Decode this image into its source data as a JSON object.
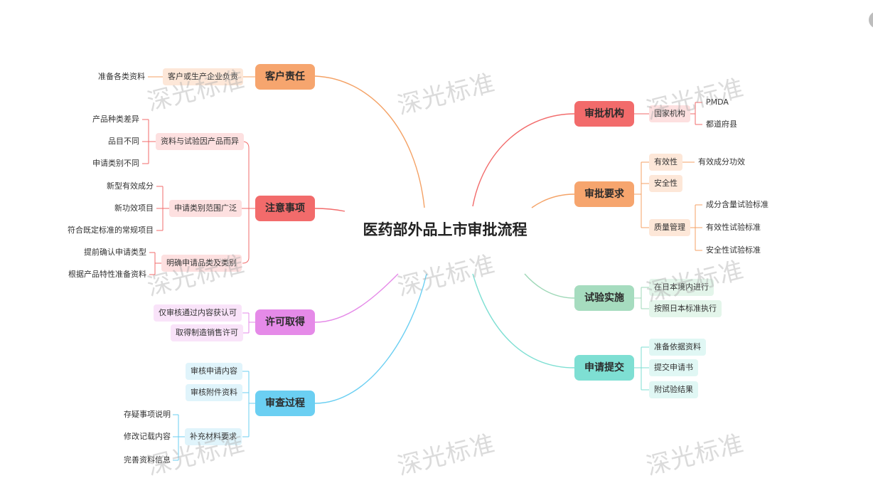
{
  "title": "医药部外品上市审批流程",
  "watermark": "深光标准",
  "colors": {
    "orange": "#f4a266",
    "red": "#f26b6b",
    "violet": "#e58ae8",
    "cyan": "#6bcff2",
    "mint": "#9fd8b8",
    "teal": "#7edfd3"
  },
  "left": {
    "customer": {
      "label": "客户责任",
      "sub": "客户或生产企业负责",
      "leaf": "准备各类资料"
    },
    "notes": {
      "label": "注意事项",
      "sub1": {
        "label": "资料与试验因产品而异",
        "leaves": [
          "产品种类差异",
          "品目不同",
          "申请类别不同"
        ]
      },
      "sub2": {
        "label": "申请类别范围广泛",
        "leaves": [
          "新型有效成分",
          "新功效项目",
          "符合既定标准的常规项目"
        ]
      },
      "sub3": {
        "label": "明确申请品类及类别",
        "leaves": [
          "提前确认申请类型",
          "根据产品特性准备资料"
        ]
      }
    },
    "license": {
      "label": "许可取得",
      "subs": [
        "仅审核通过内容获认可",
        "取得制造销售许可"
      ]
    },
    "review": {
      "label": "审查过程",
      "subs": [
        "审核申请内容",
        "审核附件资料",
        "补充材料要求"
      ],
      "leaves": [
        "存疑事项说明",
        "修改记载内容",
        "完善资料信息"
      ]
    }
  },
  "right": {
    "org": {
      "label": "审批机构",
      "sub": "国家机构",
      "leaves": [
        "PMDA",
        "都道府县"
      ]
    },
    "req": {
      "label": "审批要求",
      "subs": [
        "有效性",
        "安全性",
        "质量管理"
      ],
      "effect_leaf": "有效成分功效",
      "quality_leaves": [
        "成分含量试验标准",
        "有效性试验标准",
        "安全性试验标准"
      ]
    },
    "trial": {
      "label": "试验实施",
      "subs": [
        "在日本境内进行",
        "按照日本标准执行"
      ]
    },
    "submit": {
      "label": "申请提交",
      "subs": [
        "准备依据资料",
        "提交申请书",
        "附试验结果"
      ]
    }
  }
}
